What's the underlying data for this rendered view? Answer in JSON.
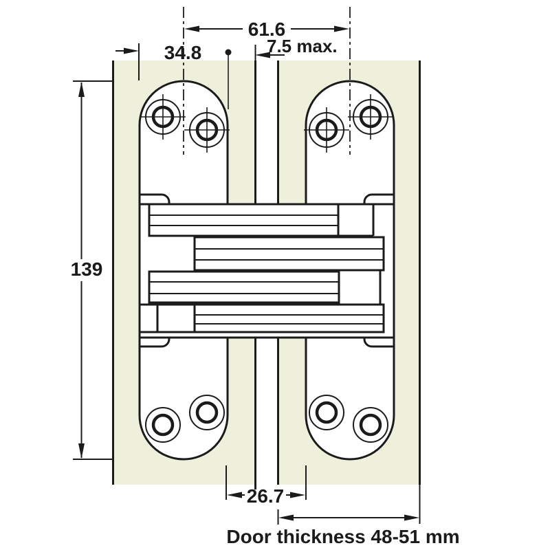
{
  "drawing": {
    "type": "concealed-hinge installation cross-section",
    "labels": {
      "center_distance": "61.6",
      "plate_offset": "34.8",
      "gap_max": "7.5 max.",
      "hinge_length": "139",
      "bottom_clearance": "26.7",
      "door_thickness": "Door thickness 48-51 mm"
    },
    "colors": {
      "panel_fill": "#EEF0DC",
      "line": "#1B1B1B",
      "background": "#FFFFFF"
    }
  }
}
